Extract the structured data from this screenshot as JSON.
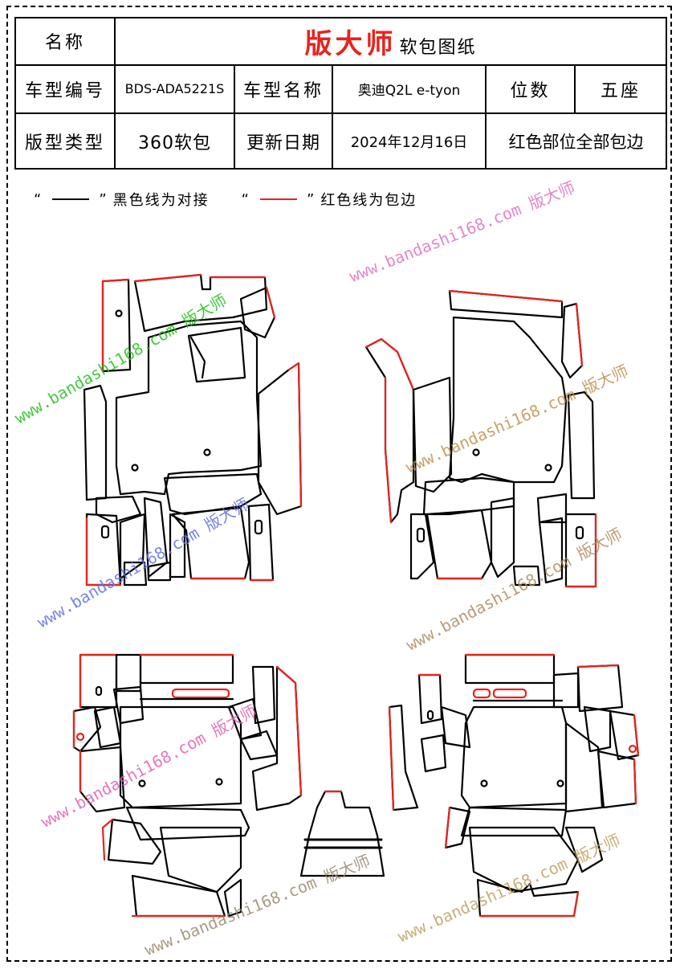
{
  "header": {
    "name_label": "名称",
    "brand_main": "版大师",
    "brand_sub": "软包图纸",
    "model_code_label": "车型编号",
    "model_code": "BDS-ADA5221S",
    "model_name_label": "车型名称",
    "model_name": "奥迪Q2L e-tyon",
    "seats_label": "位数",
    "seats_value": "五座",
    "pattern_type_label": "版型类型",
    "pattern_type": "360软包",
    "update_date_label": "更新日期",
    "update_date": "2024年12月16日",
    "red_note": "红色部位全部包边"
  },
  "legend": {
    "open_quote_1": "“",
    "close_quote_1": "”",
    "black_text": "黑色线为对接",
    "open_quote_2": "“",
    "close_quote_2": "”",
    "red_text": "红色线为包边"
  },
  "watermarks": [
    {
      "text": "www.bandashi168.com 版大师",
      "color": "#22c21a"
    },
    {
      "text": "www.bandashi168.com 版大师",
      "color": "#e070c0"
    },
    {
      "text": "www.bandashi168.com 版大师",
      "color": "#c09050"
    },
    {
      "text": "www.bandashi168.com 版大师",
      "color": "#6070e0"
    },
    {
      "text": "www.bandashi168.com 版大师",
      "color": "#b08a60"
    },
    {
      "text": "www.bandashi168.com 版大师",
      "color": "#e060b0"
    },
    {
      "text": "www.bandashi168.com 版大师",
      "color": "#9a8a70"
    },
    {
      "text": "www.bandashi168.com 版大师",
      "color": "#c0a060"
    }
  ],
  "colors": {
    "seam_line": "#000000",
    "edge_binding": "#e8231c",
    "brand": "#e8231c"
  }
}
